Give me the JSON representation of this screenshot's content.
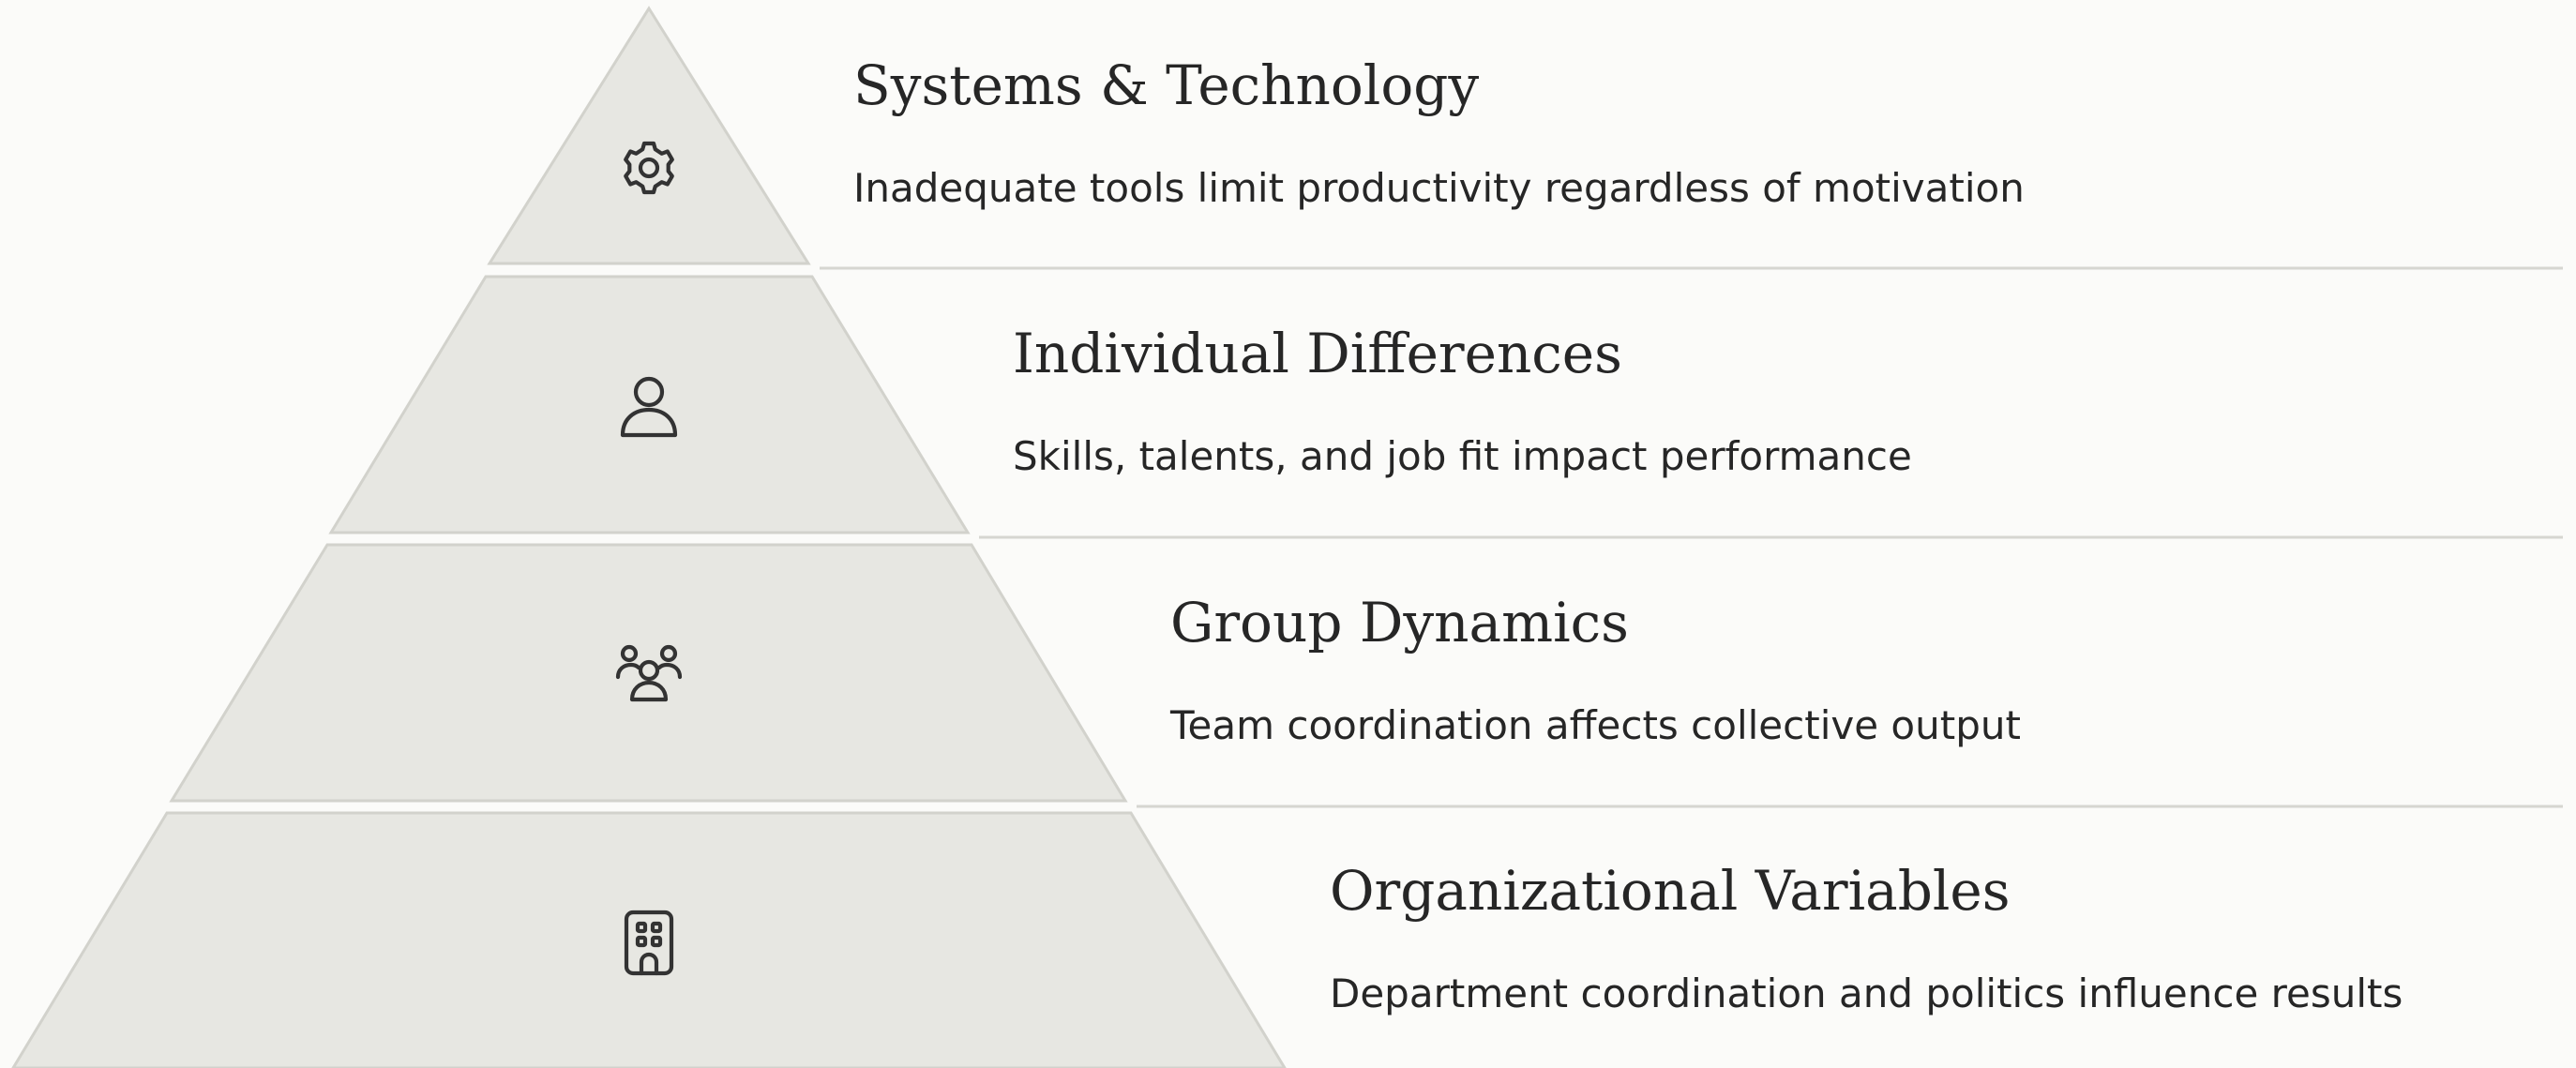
{
  "pyramid": {
    "tiers": [
      {
        "icon": "gear-icon",
        "title": "Systems & Technology",
        "description": "Inadequate tools limit productivity regardless of motivation"
      },
      {
        "icon": "person-icon",
        "title": "Individual Differences",
        "description": "Skills, talents, and job fit impact performance"
      },
      {
        "icon": "group-icon",
        "title": "Group Dynamics",
        "description": "Team coordination affects collective output"
      },
      {
        "icon": "building-icon",
        "title": "Organizational Variables",
        "description": "Department coordination and politics influence results"
      }
    ]
  }
}
